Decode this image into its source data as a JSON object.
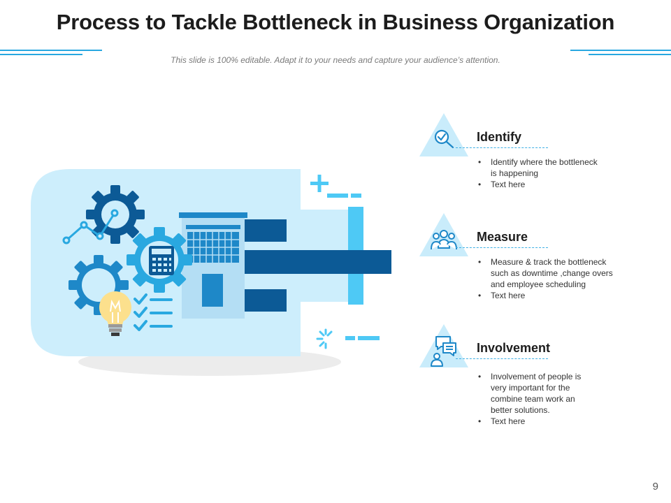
{
  "slide": {
    "title": "Process to Tackle Bottleneck in Business Organization",
    "subtitle": "This slide is 100% editable. Adapt it to your needs and capture your audience’s attention.",
    "page_number": "9"
  },
  "colors": {
    "accent": "#29a8e0",
    "navy": "#0c5a96",
    "light_blue": "#cdeefc",
    "mid_blue": "#1e88c8",
    "bulb_yellow": "#fce08d"
  },
  "steps": [
    {
      "heading": "Identify",
      "icon": "magnifier-check-icon",
      "bullets": [
        "Identify where the bottleneck",
        "is happening",
        "Text here"
      ]
    },
    {
      "heading": "Measure",
      "icon": "team-group-icon",
      "bullets": [
        "Measure & track the bottleneck",
        "such as downtime ,change  overs",
        "and employee scheduling",
        "Text here"
      ]
    },
    {
      "heading": "Involvement",
      "icon": "chat-person-icon",
      "bullets": [
        "Involvement  of people is",
        "very important  for the",
        "combine team work an",
        "better solutions.",
        "Text here"
      ]
    }
  ],
  "illustration": {
    "icons": [
      "gear-icon",
      "growth-line-icon",
      "calculator-icon",
      "lightbulb-icon",
      "checklist-icon",
      "building-icon",
      "plus-icon",
      "minus-icon",
      "sparkle-icon"
    ]
  }
}
